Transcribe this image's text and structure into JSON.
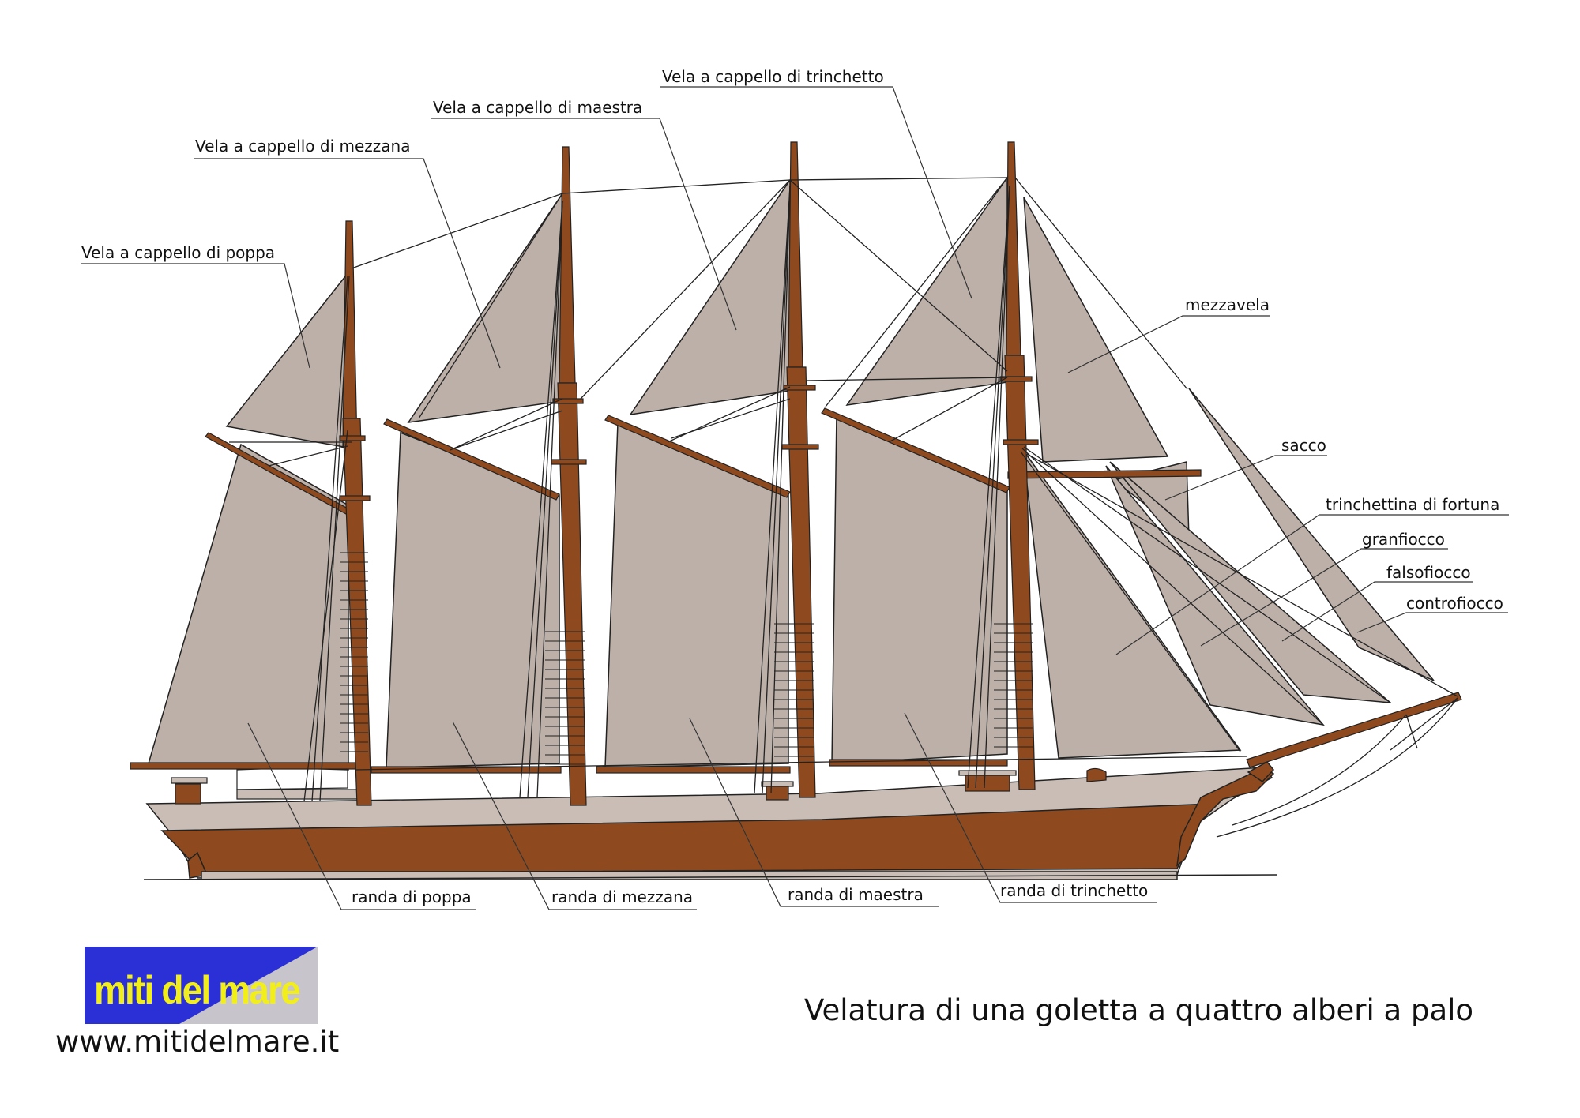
{
  "labels": {
    "vela_cappello_trinchetto": "Vela a cappello di trinchetto",
    "vela_cappello_maestra": "Vela a cappello di maestra",
    "vela_cappello_mezzana": "Vela a cappello di mezzana",
    "vela_cappello_poppa": "Vela a cappello di poppa",
    "mezzavela": "mezzavela",
    "sacco": "sacco",
    "trinchettina_fortuna": "trinchettina di fortuna",
    "granfiocco": "granfiocco",
    "falsofiocco": "falsofiocco",
    "controfiocco": "controfiocco",
    "randa_poppa": "randa di poppa",
    "randa_mezzana": "randa di mezzana",
    "randa_maestra": "randa di maestra",
    "randa_trinchetto": "randa di trinchetto"
  },
  "logo": {
    "text": "miti del mare"
  },
  "footer": {
    "url": "www.mitidelmare.it",
    "caption": "Velatura di una goletta a quattro alberi a palo"
  },
  "colors": {
    "sail": "#bcb0a8",
    "wood": "#8e4a1e",
    "hull_light": "#c9bdb5",
    "logo_bg": "#2b2fd6",
    "logo_text": "#f2ee18"
  }
}
